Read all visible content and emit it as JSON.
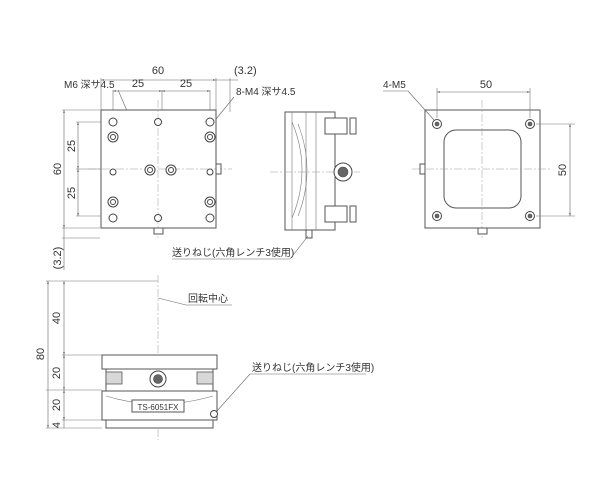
{
  "top_view": {
    "dim_width": "60",
    "dim_offset": "(3.2)",
    "dim_half_left": "25",
    "dim_half_right": "25",
    "dim_height": "60",
    "dim_v_upper": "25",
    "dim_v_lower": "25",
    "label_m6": "M6 深サ4.5",
    "label_m4": "8-M4 深サ4.5",
    "dim_bottom_offset": "(3.2)"
  },
  "side_view": {
    "feed_screw_label": "送りねじ(六角レンチ3使用)"
  },
  "back_view": {
    "label_m5": "4-M5",
    "dim_width": "50",
    "dim_height": "50"
  },
  "front_view": {
    "rotation_center_label": "回転中心",
    "dim_total": "80",
    "dim_40": "40",
    "dim_20_upper": "20",
    "dim_20_lower": "20",
    "dim_4": "4",
    "model_plate": "TS-6051FX",
    "feed_screw_label": "送りねじ(六角レンチ3使用)"
  }
}
